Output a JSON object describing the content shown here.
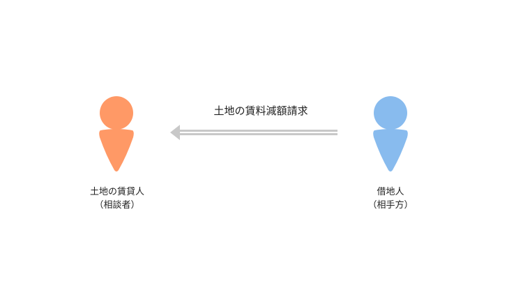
{
  "diagram": {
    "arrow": {
      "label": "土地の賃料減額請求",
      "direction": "right-to-left",
      "color": "#c8c8c8"
    },
    "left_party": {
      "name": "土地の賃貸人",
      "role": "（相談者）",
      "icon": "person-icon",
      "color": "#ff9966"
    },
    "right_party": {
      "name": "借地人",
      "role": "（相手方）",
      "icon": "person-icon",
      "color": "#88bbee"
    }
  }
}
